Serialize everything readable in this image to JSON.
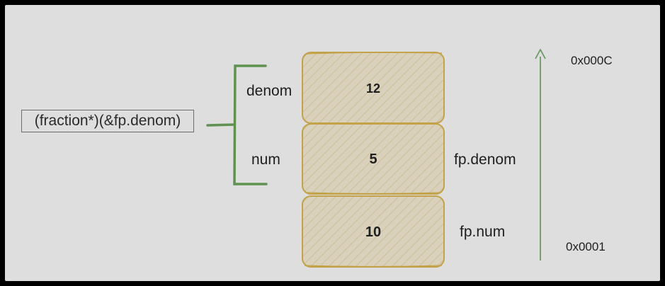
{
  "cast_expression": "(fraction*)(&fp.denom)",
  "struct_fields": {
    "top": "denom",
    "bottom": "num"
  },
  "memory_cells": [
    {
      "value": "12",
      "label": ""
    },
    {
      "value": "5",
      "label": "fp.denom"
    },
    {
      "value": "10",
      "label": "fp.num"
    }
  ],
  "address_high": "0x000C",
  "address_low": "0x0001",
  "colors": {
    "cell_fill": "#d6cdb4",
    "cell_stroke": "#c3a24a",
    "bracket": "#5f9150",
    "arrow": "#6a9a62",
    "background": "#dedede"
  }
}
